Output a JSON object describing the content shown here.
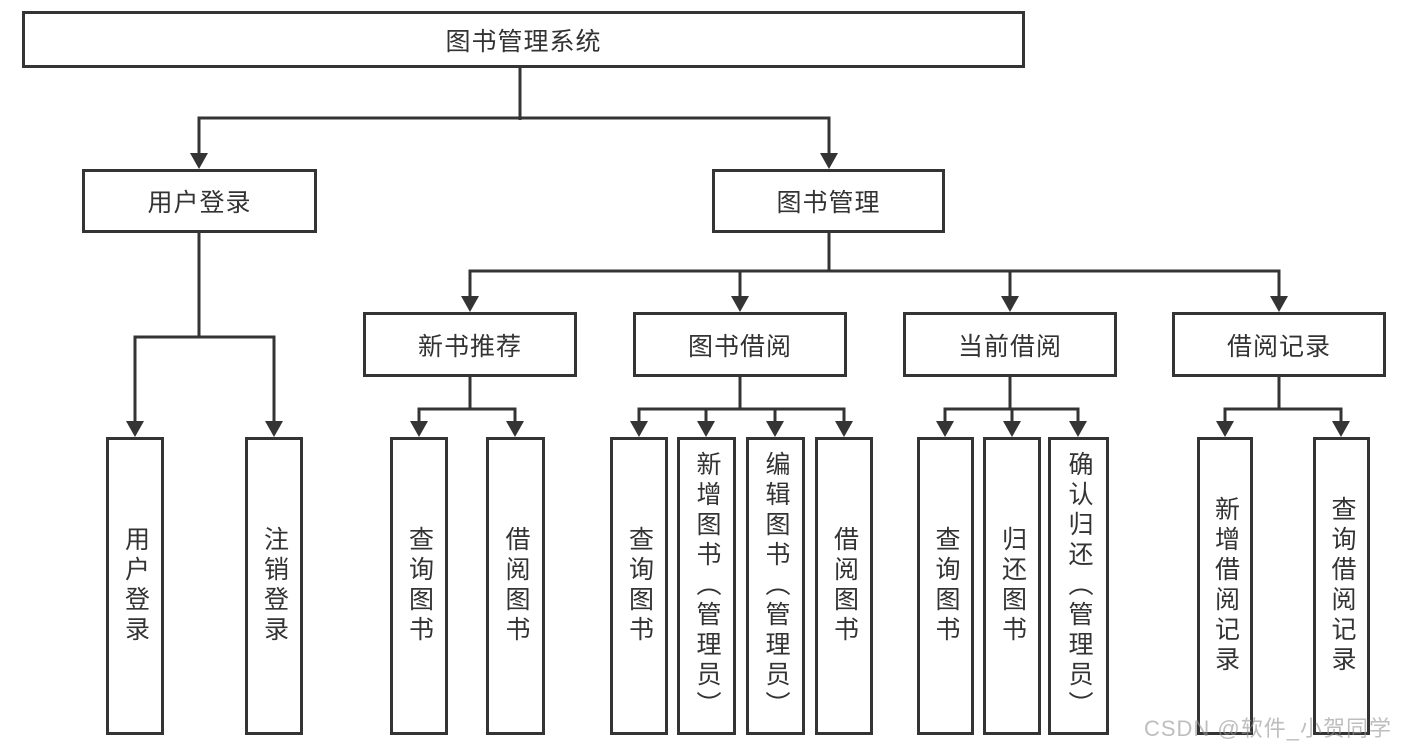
{
  "diagram_type": "hierarchy-tree",
  "nodes": {
    "root": "图书管理系统",
    "level2": [
      "用户登录",
      "图书管理"
    ],
    "level3": [
      "新书推荐",
      "图书借阅",
      "当前借阅",
      "借阅记录"
    ],
    "leaves": [
      "用户登录",
      "注销登录",
      "查询图书",
      "借阅图书",
      "查询图书",
      "新增图书（管理员）",
      "编辑图书（管理员）",
      "借阅图书",
      "查询图书",
      "归还图书",
      "确认归还（管理员）",
      "新增借阅记录",
      "查询借阅记录"
    ]
  },
  "watermark": "CSDN @软件_小贺同学",
  "colors": {
    "line": "#343434",
    "box_border": "#343434",
    "text": "#333333",
    "watermark_text": "#9b9b9b",
    "background": "#ffffff"
  }
}
